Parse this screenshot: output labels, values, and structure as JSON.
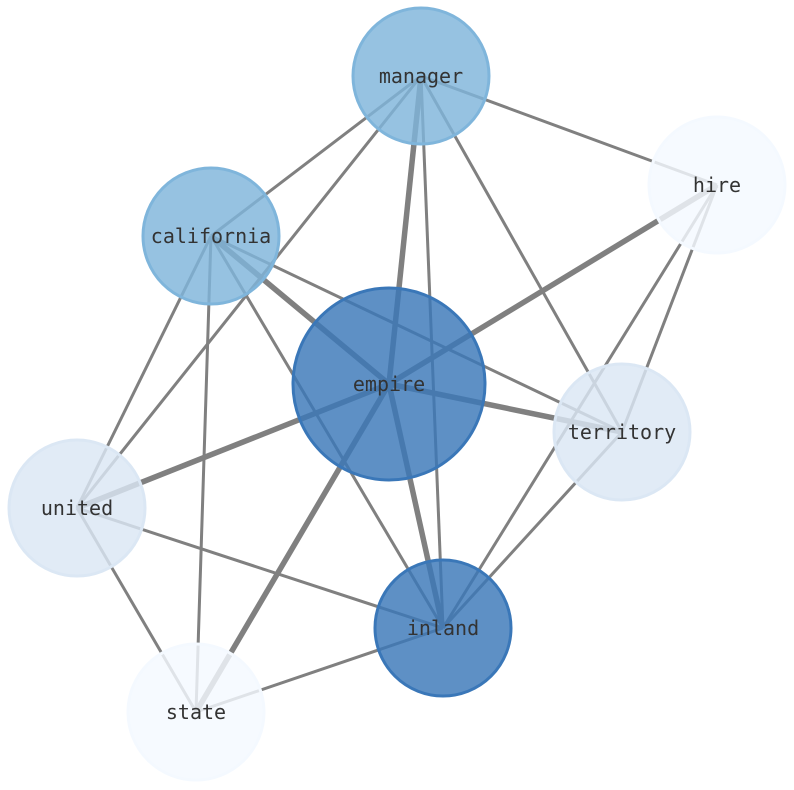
{
  "graph": {
    "edge_color": "#808080",
    "nodes": [
      {
        "id": "manager",
        "label": "manager",
        "color": "#7fb5db"
      },
      {
        "id": "hire",
        "label": "hire",
        "color": "#f4f9ff"
      },
      {
        "id": "california",
        "label": "california",
        "color": "#7fb5db"
      },
      {
        "id": "empire",
        "label": "empire",
        "color": "#3a77b8"
      },
      {
        "id": "territory",
        "label": "territory",
        "color": "#dbe7f4"
      },
      {
        "id": "united",
        "label": "united",
        "color": "#dbe7f4"
      },
      {
        "id": "inland",
        "label": "inland",
        "color": "#3a77b8"
      },
      {
        "id": "state",
        "label": "state",
        "color": "#f4f9ff"
      }
    ],
    "edges": [
      {
        "source": "manager",
        "target": "hire",
        "weight": 1
      },
      {
        "source": "manager",
        "target": "california",
        "weight": 1
      },
      {
        "source": "manager",
        "target": "united",
        "weight": 1
      },
      {
        "source": "manager",
        "target": "empire",
        "weight": 2
      },
      {
        "source": "manager",
        "target": "inland",
        "weight": 1
      },
      {
        "source": "manager",
        "target": "territory",
        "weight": 1
      },
      {
        "source": "hire",
        "target": "empire",
        "weight": 2
      },
      {
        "source": "hire",
        "target": "territory",
        "weight": 1
      },
      {
        "source": "hire",
        "target": "inland",
        "weight": 1
      },
      {
        "source": "california",
        "target": "empire",
        "weight": 2
      },
      {
        "source": "california",
        "target": "territory",
        "weight": 1
      },
      {
        "source": "california",
        "target": "united",
        "weight": 1
      },
      {
        "source": "california",
        "target": "state",
        "weight": 1
      },
      {
        "source": "california",
        "target": "inland",
        "weight": 1
      },
      {
        "source": "empire",
        "target": "united",
        "weight": 2
      },
      {
        "source": "empire",
        "target": "state",
        "weight": 2
      },
      {
        "source": "empire",
        "target": "inland",
        "weight": 2
      },
      {
        "source": "empire",
        "target": "territory",
        "weight": 2
      },
      {
        "source": "territory",
        "target": "inland",
        "weight": 1
      },
      {
        "source": "united",
        "target": "inland",
        "weight": 1
      },
      {
        "source": "united",
        "target": "state",
        "weight": 1
      },
      {
        "source": "inland",
        "target": "state",
        "weight": 1
      }
    ]
  }
}
